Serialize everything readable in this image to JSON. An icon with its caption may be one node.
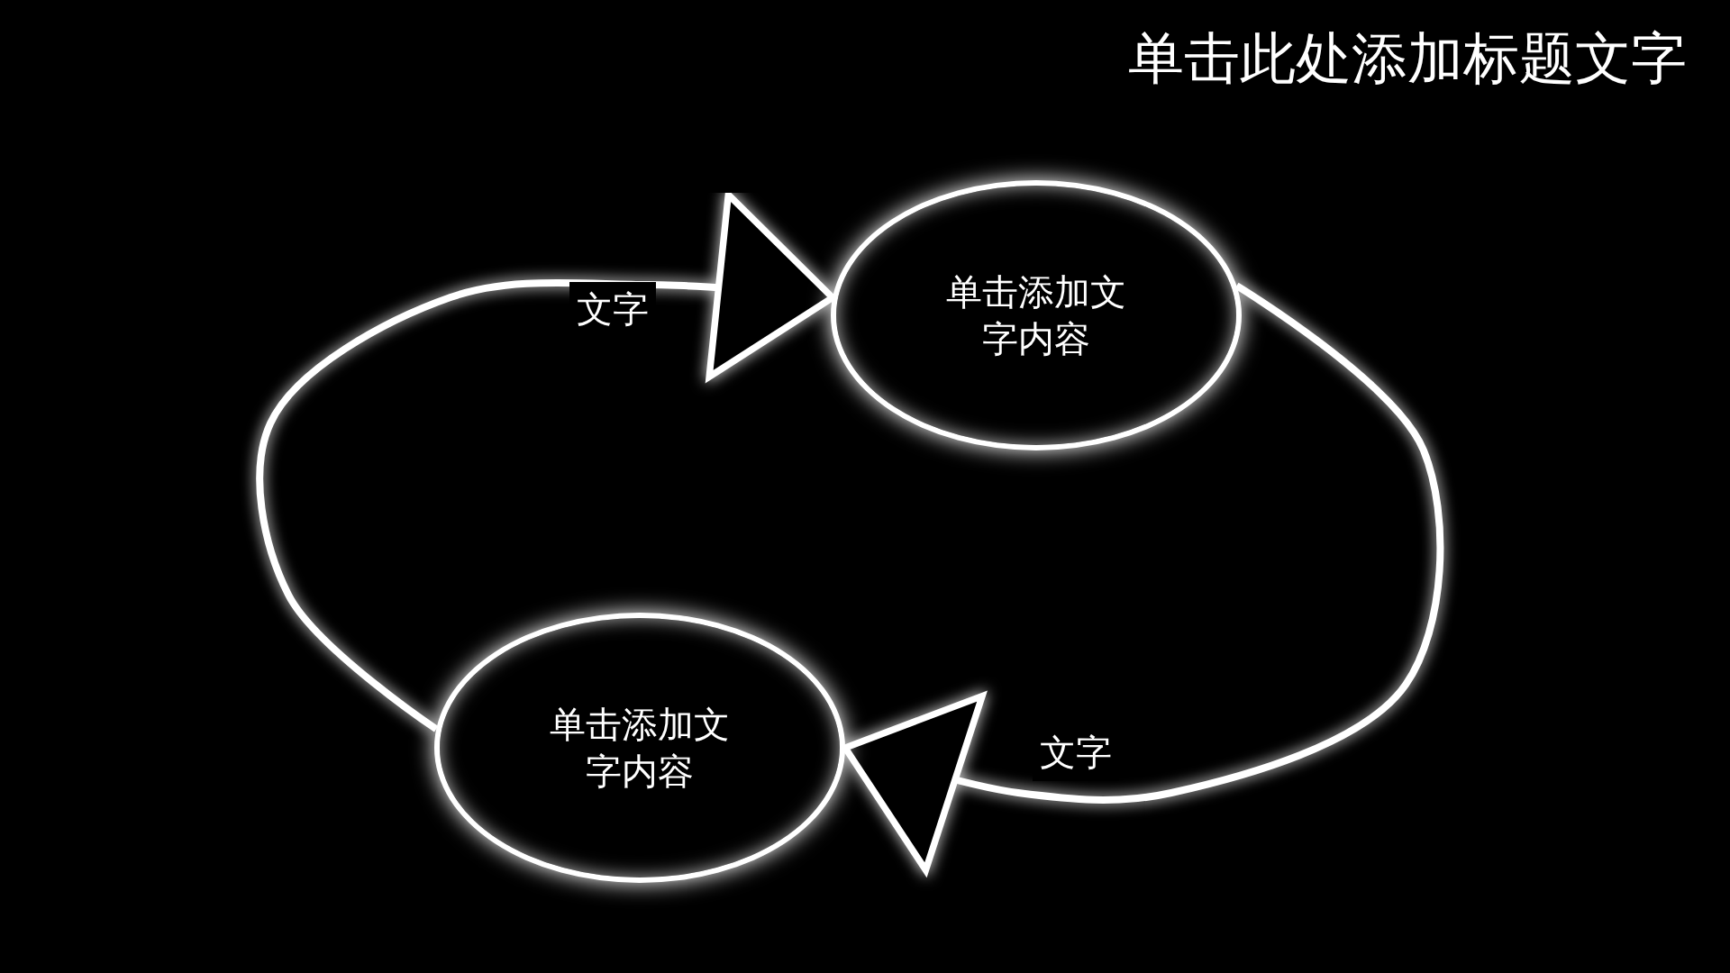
{
  "diagram": {
    "title": "单击此处添加标题文字",
    "nodes": [
      {
        "text": [
          "单击添加文字内容"
        ]
      },
      {
        "text": [
          "单击添加文字内容"
        ]
      }
    ],
    "edges": [
      {
        "from": 1,
        "to": 0,
        "arrow": "to",
        "label": "文字"
      },
      {
        "from": 0,
        "to": 1,
        "arrow": "to",
        "label": "文字"
      }
    ]
  }
}
